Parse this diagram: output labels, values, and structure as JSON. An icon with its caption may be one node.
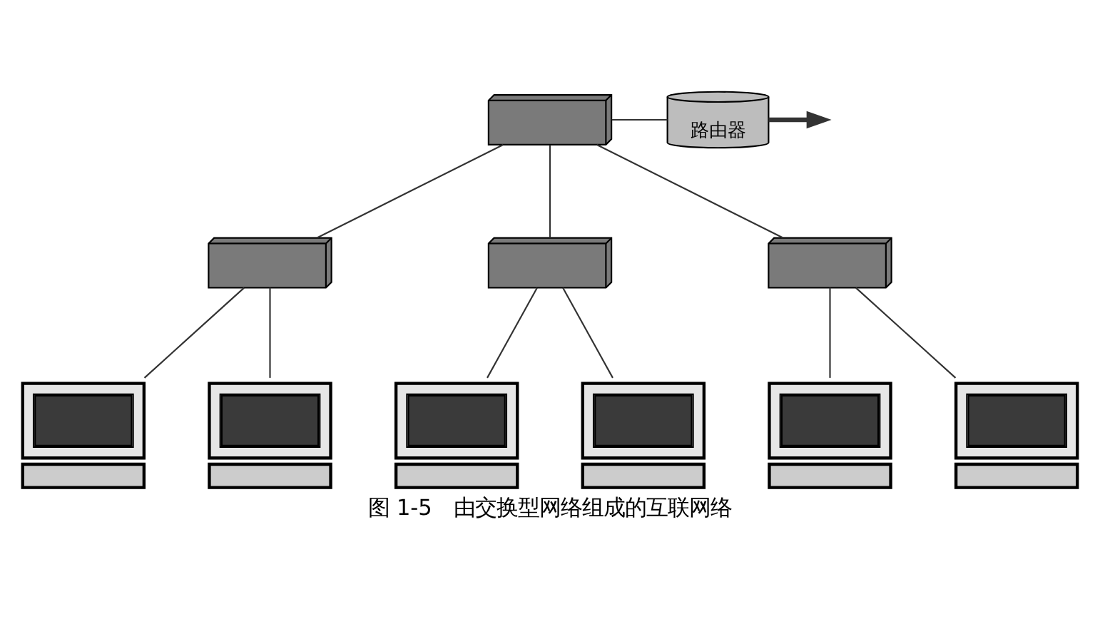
{
  "diagram": {
    "caption": "图 1-5　由交换型网络组成的互联网络",
    "nodes": [
      {
        "text": [],
        "shape": "picture"
      },
      {
        "text": [
          "路由器"
        ]
      },
      {
        "text": [],
        "shape": "picture"
      },
      {
        "text": [],
        "shape": "picture"
      },
      {
        "text": [],
        "shape": "picture"
      },
      {
        "text": [],
        "shape": "picture"
      },
      {
        "text": [],
        "shape": "picture"
      },
      {
        "text": [],
        "shape": "picture"
      },
      {
        "text": [],
        "shape": "picture"
      },
      {
        "text": [],
        "shape": "picture"
      },
      {
        "text": [],
        "shape": "picture"
      }
    ],
    "edges": [
      {
        "from": 0,
        "to": 1,
        "arrow": "none"
      },
      {
        "from": 1,
        "to": null,
        "arrow": "to",
        "style": "thick"
      },
      {
        "from": 0,
        "to": 2,
        "arrow": "none"
      },
      {
        "from": 0,
        "to": 3,
        "arrow": "none"
      },
      {
        "from": 0,
        "to": 4,
        "arrow": "none"
      },
      {
        "from": 2,
        "to": 5,
        "arrow": "none"
      },
      {
        "from": 2,
        "to": 6,
        "arrow": "none"
      },
      {
        "from": 3,
        "to": 7,
        "arrow": "none"
      },
      {
        "from": 3,
        "to": 8,
        "arrow": "none"
      },
      {
        "from": 4,
        "to": 9,
        "arrow": "none"
      },
      {
        "from": 4,
        "to": 10,
        "arrow": "none"
      }
    ]
  }
}
